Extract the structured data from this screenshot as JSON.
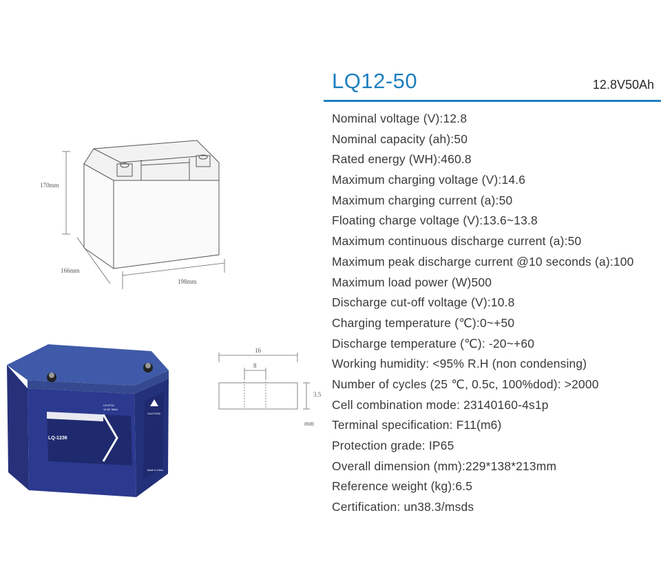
{
  "header": {
    "model": "LQ12-50",
    "rating": "12.8V50Ah"
  },
  "specs": [
    "Nominal voltage (V):12.8",
    "Nominal capacity (ah):50",
    "Rated energy (WH):460.8",
    "Maximum charging voltage (V):14.6",
    "Maximum charging current (a):50",
    "Floating charge voltage (V):13.6~13.8",
    "Maximum continuous discharge current (a):50",
    "Maximum peak discharge current @10 seconds (a):100",
    "Maximum load power (W)500",
    "Discharge cut-off voltage (V):10.8",
    "Charging temperature (℃):0~+50",
    "Discharge temperature (℃): -20~+60",
    "Working humidity: <95% R.H (non condensing)",
    "Number of cycles (25 ℃, 0.5c, 100%dod): >2000",
    "Cell combination mode: 23140160-4s1p",
    "Terminal specification: F11(m6)",
    "Protection grade: IP65",
    "Overall dimension (mm):229*138*213mm",
    "Reference weight (kg):6.5",
    "Certification: un38.3/msds"
  ],
  "outline_drawing": {
    "height_label": "170mm",
    "depth_label": "166mm",
    "width_label": "198mm"
  },
  "terminal_drawing": {
    "width_label": "16",
    "inner_label": "8",
    "height_label": "3.5",
    "unit_label": "mm"
  },
  "product_photo": {
    "label_model": "LQ-1236",
    "label_type": "LiFePO4",
    "label_rating": "12.8V 36Ah",
    "label_caution": "CAUTION!",
    "label_footer": "Made in China"
  },
  "colors": {
    "accent": "#1e7fbf",
    "battery_body": "#2b3a8f",
    "battery_top": "#3f5aa8"
  }
}
